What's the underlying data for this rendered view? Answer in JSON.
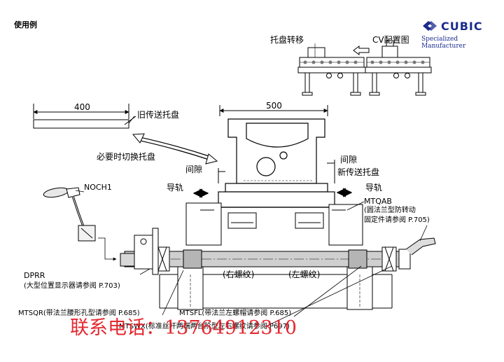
{
  "section_title": "使用例",
  "brand": {
    "name": "CUBIC",
    "tagline": "Specialized Manufacturer",
    "color": "#1a2a8c"
  },
  "labels": {
    "pallet_transfer": "托盘转移",
    "cv_layout": "CV配置图",
    "dim_400": "400",
    "dim_500": "500",
    "old_pallet": "旧传送托盘",
    "switch_pallet": "必要时切换托盘",
    "gap_left": "间隙",
    "gap_right": "间隙",
    "new_pallet": "新传送托盘",
    "guide_left": "导轨",
    "guide_right": "导轨",
    "noch1": "NOCH1",
    "mtqab_1": "MTQAB",
    "mtqab_2": "(圆法兰型防转动",
    "mtqab_3": "固定件请参阅 P.705)",
    "right_thread": "(右螺纹)",
    "left_thread": "(左螺纹)",
    "dprr_1": "DPRR",
    "dprr_2": "(大型位置显示器请参阅 P.703)",
    "mtsqr": "MTSQR(带法兰腰形孔型请参阅 P.685)",
    "mtsfl": "MTSFL(带法兰左螺帽请参阅 P.685)",
    "mtswx": "MTSWX(标准丝杆两端两台阶型左右螺纹请参阅 P697)"
  },
  "watermark": {
    "text": "联系电话：13764912310",
    "color": "#e2121b"
  },
  "icons": [
    "cubic-logo-icon",
    "arrow-left-icon",
    "double-arrow-icon",
    "handle-icon",
    "crank-icon"
  ]
}
